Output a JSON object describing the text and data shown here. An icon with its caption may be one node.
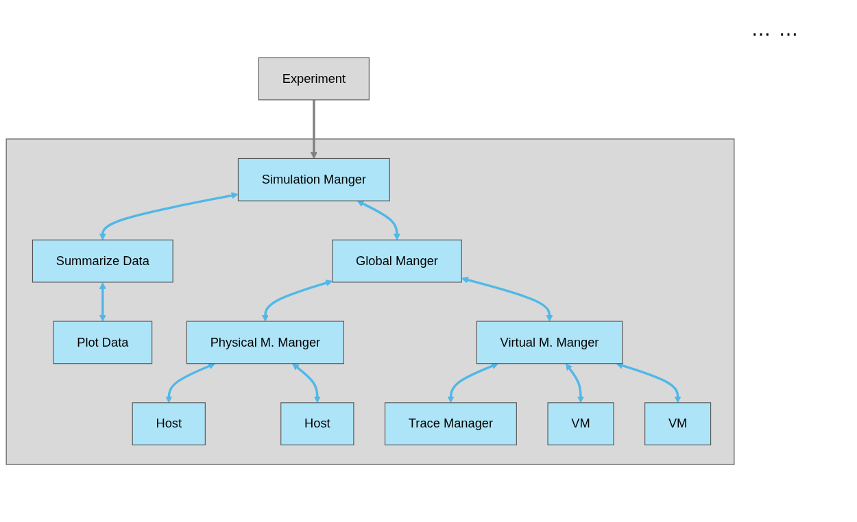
{
  "diagram": {
    "nodes": [
      {
        "text": [
          "Experiment"
        ]
      },
      {
        "text": [],
        "shape": "box"
      },
      {
        "text": [
          "Simulation Manger"
        ],
        "in": 1
      },
      {
        "text": [
          "Summarize Data"
        ],
        "in": 1
      },
      {
        "text": [
          "Global Manger"
        ],
        "in": 1
      },
      {
        "text": [
          "Plot Data"
        ],
        "in": 1
      },
      {
        "text": [
          "Physical M. Manger"
        ],
        "in": 1
      },
      {
        "text": [
          "Virtual M. Manger"
        ],
        "in": 1
      },
      {
        "text": [
          "Trace Manager"
        ],
        "in": 1
      },
      {
        "text": [
          "Host"
        ],
        "in": 1
      },
      {
        "text": [
          "Host"
        ],
        "in": 1
      },
      {
        "text": [
          "VM"
        ],
        "in": 1
      },
      {
        "text": [
          "VM"
        ],
        "in": 1
      }
    ],
    "edges": [
      {
        "from": 0,
        "to": 2,
        "arrow": "to",
        "color": "#808080"
      },
      {
        "from": 2,
        "to": 3,
        "arrow": "both"
      },
      {
        "from": 2,
        "to": 4,
        "arrow": "both"
      },
      {
        "from": 3,
        "to": 5,
        "arrow": "both"
      },
      {
        "from": 4,
        "to": 6,
        "arrow": "both"
      },
      {
        "from": 4,
        "to": 7,
        "arrow": "both"
      },
      {
        "from": 7,
        "to": 8,
        "arrow": "both"
      },
      {
        "from": 6,
        "to": 9,
        "arrow": "both"
      },
      {
        "from": 6,
        "to": 10,
        "arrow": "both"
      },
      {
        "from": 7,
        "to": 11,
        "arrow": "both"
      },
      {
        "from": 7,
        "to": 12,
        "arrow": "both"
      }
    ],
    "labels": [
      "…",
      "…"
    ]
  }
}
